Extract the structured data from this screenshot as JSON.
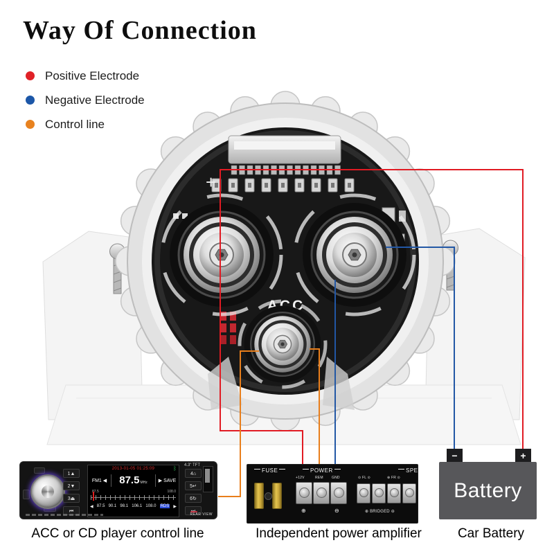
{
  "title": "Way Of Connection",
  "legend": {
    "items": [
      {
        "label": "Positive Electrode",
        "color": "#e02127"
      },
      {
        "label": "Negative Electrode",
        "color": "#1c57a8"
      },
      {
        "label": "Control line",
        "color": "#e8821f"
      }
    ]
  },
  "colors": {
    "positive": "#e11b23",
    "negative": "#2257a5",
    "control": "#e87e1b"
  },
  "device": {
    "acc_label": "ACC",
    "plus_mark": "+"
  },
  "stereo": {
    "model": "4.3\" TFT",
    "datetime": "2013-01-05 01:25:09",
    "bt_icon": "ᛒ",
    "band": "FM1",
    "prev_icon": "◀",
    "next_icon": "▶",
    "freq": "87.5",
    "freq_unit": "MHz",
    "save_label": "SAVE",
    "scale_left": "87.5",
    "scale_right": "108.0",
    "presets": [
      "87.5",
      "90.1",
      "98.1",
      "106.1",
      "108.0"
    ],
    "preset_highlight": "RDS",
    "buttons_left": [
      "1▲",
      "2▼",
      "3⏏",
      "⏮"
    ],
    "buttons_right": [
      "4⌂",
      "5↵",
      "6↻",
      "⏭"
    ],
    "rear_view": "REAR VIEW"
  },
  "amplifier": {
    "fuse_label": "FUSE",
    "power_label": "POWER",
    "terminal_labels": [
      "+12V",
      "REM",
      "GND"
    ],
    "plus_symbol": "⊕",
    "minus_symbol": "⊖",
    "speaker_label": "SPEAKER",
    "fl_label": "⊙ FL ⊙",
    "fr_label": "⊕ FR ⊙",
    "bridged_label": "⊕ BRIDGED ⊖"
  },
  "battery": {
    "label": "Battery",
    "minus": "−",
    "plus": "+"
  },
  "captions": {
    "stereo": "ACC or CD player control line",
    "amplifier": "Independent power amplifier",
    "battery": "Car Battery"
  }
}
